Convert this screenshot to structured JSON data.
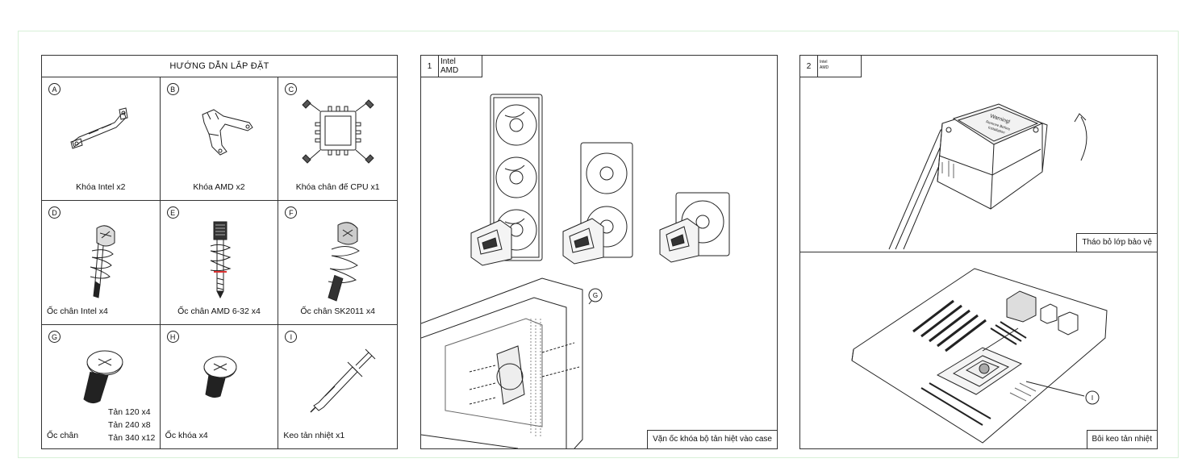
{
  "panel1": {
    "title": "HƯỚNG DẪN LẮP ĐẶT",
    "items": [
      {
        "letter": "A",
        "caption": "Khóa Intel x2"
      },
      {
        "letter": "B",
        "caption": "Khóa AMD x2"
      },
      {
        "letter": "C",
        "caption": "Khóa chân đế CPU x1"
      },
      {
        "letter": "D",
        "caption": "Ốc chân Intel x4"
      },
      {
        "letter": "E",
        "caption": "Ốc chân AMD 6-32 x4"
      },
      {
        "letter": "F",
        "caption": "Ốc chân SK2011 x4"
      },
      {
        "letter": "G",
        "caption": "Ốc chân",
        "sub": [
          "Tản 120 x4",
          "Tản 240 x8",
          "Tản 340 x12"
        ]
      },
      {
        "letter": "H",
        "caption": "Ốc khóa x4"
      },
      {
        "letter": "I",
        "caption": "Keo tản nhiệt x1"
      }
    ]
  },
  "panel2": {
    "step": "1",
    "platforms": [
      "Intel",
      "AMD"
    ],
    "callout": "G",
    "caption": "Vặn ốc khóa bộ tản hiệt vào case"
  },
  "panel3": {
    "step": "2",
    "platforms": [
      "Intel",
      "AMD"
    ],
    "top_caption": "Tháo bỏ lớp bảo vệ",
    "bottom_caption": "Bôi keo tản nhiệt",
    "callout": "I",
    "label_lines": [
      "Warning!",
      "Remove Before",
      "Installation"
    ]
  }
}
